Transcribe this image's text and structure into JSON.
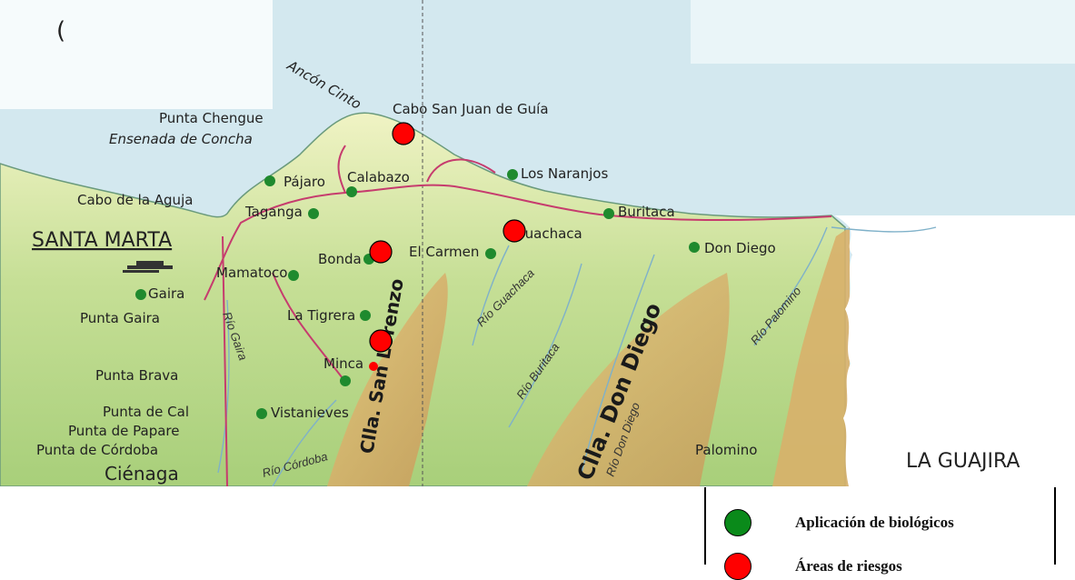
{
  "map": {
    "places": {
      "punta_chengue": "Punta Chengue",
      "ensenada": "Ensenada de Concha",
      "ancon": "Ancón Cinto",
      "cabo_guia": "Cabo San Juan de Guía",
      "pajaro": "Pájaro",
      "calabazo": "Calabazo",
      "los_naranjos": "Los Naranjos",
      "cabo_aguja": "Cabo de la Aguja",
      "taganga": "Taganga",
      "buritaca": "Buritaca",
      "santa_marta": "SANTA MARTA",
      "guachaca": "Guachaca",
      "bonda": "Bonda",
      "el_carmen": "El Carmen",
      "don_diego": "Don Diego",
      "mamatoco": "Mamatoco",
      "gaira": "Gaira",
      "punta_gaira": "Punta Gaira",
      "la_tigrera": "La Tigrera",
      "minca": "Minca",
      "punta_brava": "Punta Brava",
      "punta_cal": "Punta de Cal",
      "punta_papare": "Punta de Papare",
      "punta_cordoba": "Punta de Córdoba",
      "vistanieves": "Vistanieves",
      "cienaga": "Ciénaga",
      "palomino": "Palomino",
      "la_guajira": "LA GUAJIRA"
    },
    "rivers": {
      "rio_guachaca": "Río Guachaca",
      "rio_buritaca": "Río Buritaca",
      "rio_don_diego": "Río Don Diego",
      "rio_palomino": "Río Palomino",
      "rio_gaira": "Río Gaira",
      "rio_cordoba": "Río Córdoba"
    },
    "ridges": {
      "san_lorenzo": "Clla. San Lorenzo",
      "don_diego": "Clla. Don Diego"
    },
    "colors": {
      "sea": "#cfe6ee",
      "land_light": "#eef2b8",
      "land_mid": "#b9d98c",
      "land_high": "#d9b36a",
      "road": "#c63c6e",
      "river": "#7fb1c9",
      "settlement": "#1f8a2e",
      "risk": "#ff0000"
    }
  },
  "legend": {
    "items": [
      {
        "label": "Aplicación de biológicos",
        "color": "#0a8a1a"
      },
      {
        "label": "Áreas de riesgos",
        "color": "#ff0000"
      }
    ]
  }
}
